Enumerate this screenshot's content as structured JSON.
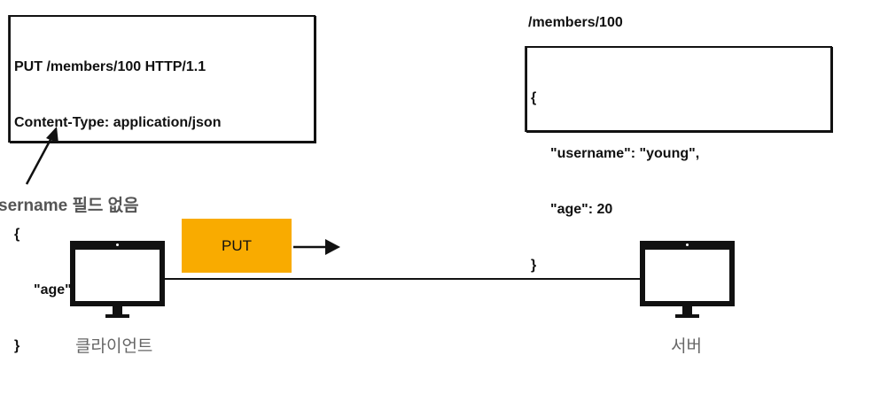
{
  "request_box": {
    "line1": "PUT /members/100 HTTP/1.1",
    "line2": "Content-Type: application/json",
    "line3": "{",
    "line4": "\"age\": 50",
    "line5": "}"
  },
  "resource": {
    "path": "/members/100",
    "line1": "{",
    "line2": "\"username\": \"young\",",
    "line3": "\"age\": 20",
    "line4": "}"
  },
  "note": "sername 필드 없음",
  "method_label": "PUT",
  "client_label": "클라이언트",
  "server_label": "서버",
  "colors": {
    "method_box": "#f9ab00",
    "stroke": "#111111"
  }
}
